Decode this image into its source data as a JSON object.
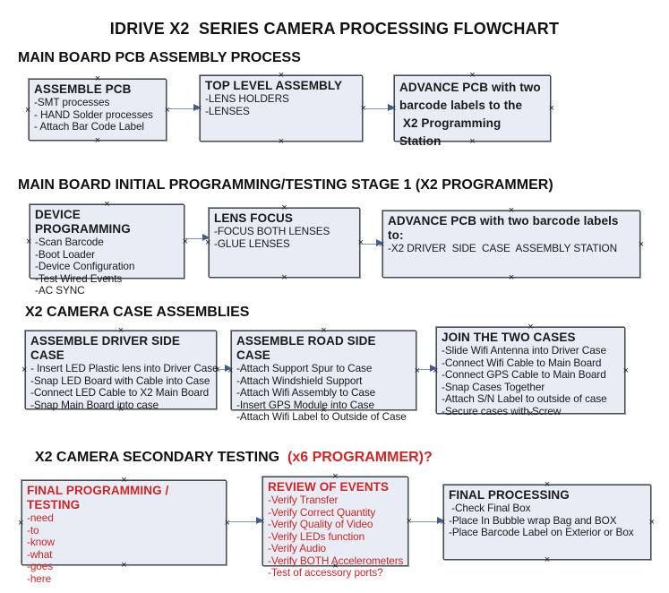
{
  "title": "IDRIVE X2  SERIES CAMERA PROCESSING FLOWCHART",
  "colors": {
    "box_fill": "#e7ecf5",
    "box_border": "#4a4a4a",
    "red": "#cc2626",
    "arrow_shaft": "#7e96b6",
    "arrow_head": "#3e5e92",
    "text": "#1a1a1a"
  },
  "sections": [
    {
      "heading": "MAIN BOARD PCB ASSEMBLY PROCESS",
      "boxes": [
        {
          "title": "ASSEMBLE PCB",
          "items": [
            "-SMT processes",
            "- HAND Solder processes",
            "- Attach Bar Code Label"
          ]
        },
        {
          "title": "TOP LEVEL ASSEMBLY",
          "items": [
            "-LENS HOLDERS",
            "-LENSES"
          ]
        },
        {
          "title": "ADVANCE PCB with two barcode labels to the\n X2 Programming Station",
          "items": []
        }
      ]
    },
    {
      "heading": "MAIN BOARD INITIAL PROGRAMMING/TESTING STAGE 1 (X2 PROGRAMMER)",
      "boxes": [
        {
          "title": "DEVICE PROGRAMMING",
          "items": [
            "-Scan Barcode",
            "-Boot Loader",
            "-Device Configuration",
            "-Test Wired Events",
            "-AC SYNC"
          ]
        },
        {
          "title": "LENS FOCUS",
          "items": [
            "-FOCUS BOTH LENSES",
            "-GLUE LENSES"
          ]
        },
        {
          "title": "ADVANCE PCB with two barcode labels to:",
          "items": [
            "-X2 DRIVER  SIDE  CASE  ASSEMBLY STATION"
          ]
        }
      ]
    },
    {
      "heading": "X2 CAMERA CASE ASSEMBLIES",
      "boxes": [
        {
          "title": "ASSEMBLE DRIVER SIDE CASE",
          "items": [
            "- Insert LED Plastic lens into Driver Case",
            "-Snap LED Board with Cable into Case",
            "-Connect LED Cable to X2 Main Board",
            "-Snap Main Board into case"
          ]
        },
        {
          "title": "ASSEMBLE ROAD SIDE CASE",
          "items": [
            "-Attach Support Spur to Case",
            "-Attach Windshield Support",
            "-Attach Wifi Assembly to Case",
            "-Insert GPS Module into Case",
            "-Attach Wifi Label to Outside of Case"
          ]
        },
        {
          "title": "JOIN THE TWO CASES",
          "items": [
            "-Slide Wifi Antenna into Driver Case",
            "-Connect Wifi Cable to Main Board",
            "-Connect GPS Cable to Main Board",
            "-Snap Cases Together",
            "-Attach S/N Label to outside of case",
            "-Secure cases with Screw"
          ]
        }
      ]
    },
    {
      "heading_black": "X2 CAMERA SECONDARY TESTING  ",
      "heading_red": "(x6 PROGRAMMER)?",
      "boxes": [
        {
          "title": "FINAL PROGRAMMING / TESTING",
          "items": [
            "-need",
            "-to",
            "-know",
            "-what",
            "-goes",
            "-here"
          ]
        },
        {
          "title": "REVIEW OF EVENTS",
          "items": [
            "-Verify Transfer",
            "-Verify Correct Quantity",
            "-Verify Quality of Video",
            "-Verify LEDs function",
            "-Verify Audio",
            "-Verify BOTH Accelerometers",
            "-Test of accessory ports?"
          ]
        },
        {
          "title": "FINAL PROCESSING",
          "items": [
            " -Check Final Box",
            "-Place In Bubble wrap Bag and BOX",
            "-Place Barcode Label on Exterior or Box"
          ]
        }
      ]
    }
  ]
}
